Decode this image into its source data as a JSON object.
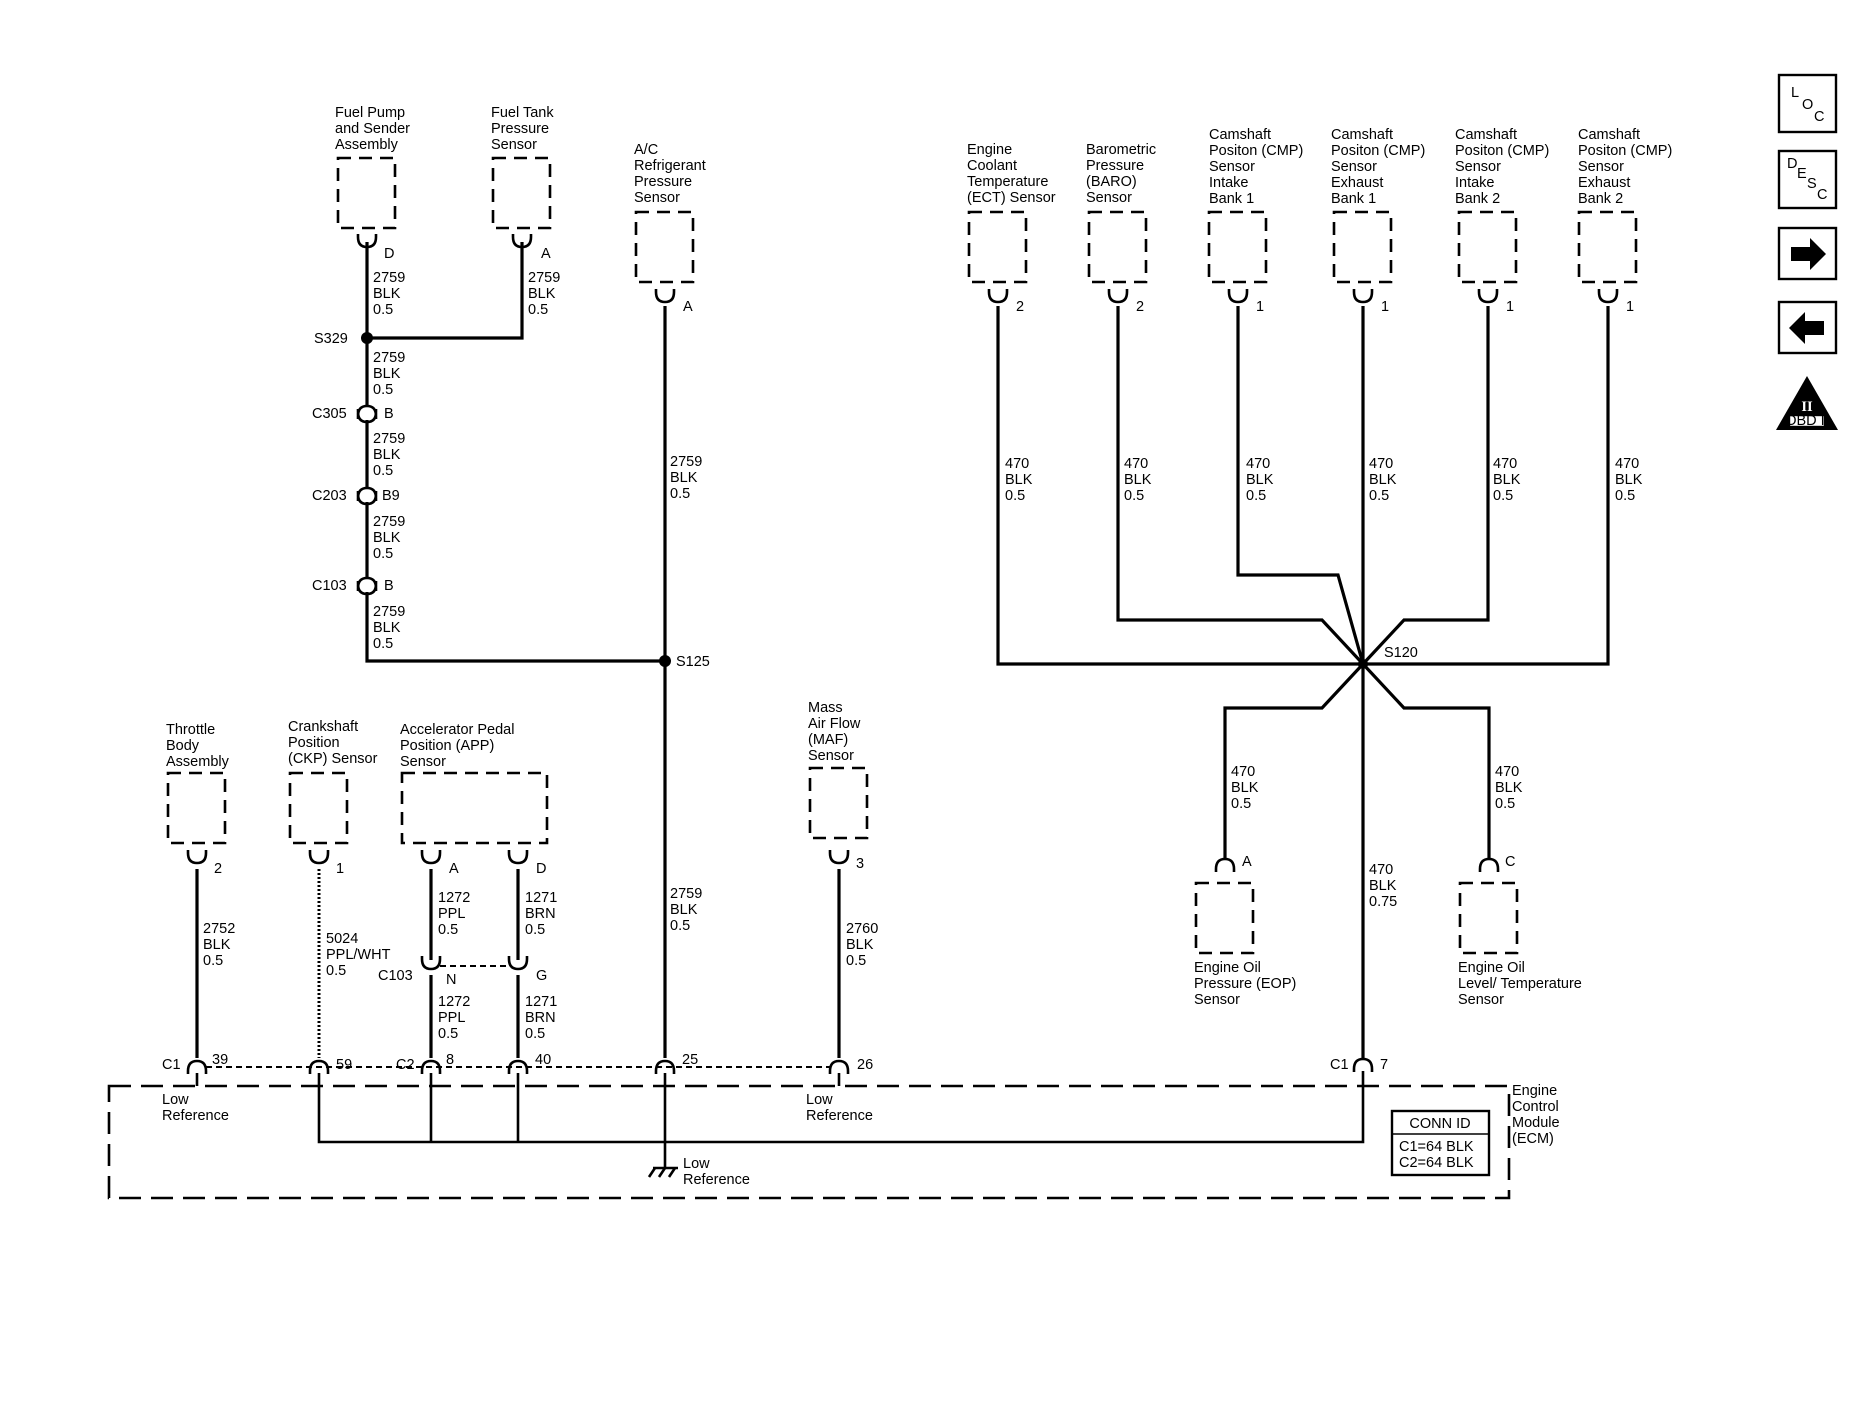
{
  "nav": {
    "loc": [
      "L",
      "O",
      "C"
    ],
    "desc": [
      "D",
      "E",
      "S",
      "C"
    ],
    "obd_numeral": "II",
    "obd_label": "OBD II"
  },
  "components": {
    "fuel_pump": [
      "Fuel Pump",
      "and Sender",
      "Assembly"
    ],
    "fuel_tank": [
      "Fuel Tank",
      "Pressure",
      "Sensor"
    ],
    "ac_sensor": [
      "A/C",
      "Refrigerant",
      "Pressure",
      "Sensor"
    ],
    "ect": [
      "Engine",
      "Coolant",
      "Temperature",
      "(ECT) Sensor"
    ],
    "baro": [
      "Barometric",
      "Pressure",
      "(BARO)",
      "Sensor"
    ],
    "cmp_intake_1": [
      "Camshaft",
      "Positon (CMP)",
      "Sensor",
      "Intake",
      "Bank 1"
    ],
    "cmp_exhaust_1": [
      "Camshaft",
      "Positon (CMP)",
      "Sensor",
      "Exhaust",
      "Bank 1"
    ],
    "cmp_intake_2": [
      "Camshaft",
      "Positon (CMP)",
      "Sensor",
      "Intake",
      "Bank 2"
    ],
    "cmp_exhaust_2": [
      "Camshaft",
      "Positon (CMP)",
      "Sensor",
      "Exhaust",
      "Bank 2"
    ],
    "throttle": [
      "Throttle",
      "Body",
      "Assembly"
    ],
    "ckp": [
      "Crankshaft",
      "Position",
      "(CKP) Sensor"
    ],
    "app": [
      "Accelerator Pedal",
      "Position (APP)",
      "Sensor"
    ],
    "maf": [
      "Mass",
      "Air Flow",
      "(MAF)",
      "Sensor"
    ],
    "eop": [
      "Engine Oil",
      "Pressure (EOP)",
      "Sensor"
    ],
    "oil_level": [
      "Engine Oil",
      "Level/ Temperature",
      "Sensor"
    ],
    "ecm": [
      "Engine",
      "Control",
      "Module",
      "(ECM)"
    ]
  },
  "wires": {
    "w_fuelpump": [
      "2759",
      "BLK",
      "0.5"
    ],
    "w_fueltank": [
      "2759",
      "BLK",
      "0.5"
    ],
    "w_s329_c305": [
      "2759",
      "BLK",
      "0.5"
    ],
    "w_c305_c203": [
      "2759",
      "BLK",
      "0.5"
    ],
    "w_c203_c103": [
      "2759",
      "BLK",
      "0.5"
    ],
    "w_c103_s125": [
      "2759",
      "BLK",
      "0.5"
    ],
    "w_ac": [
      "2759",
      "BLK",
      "0.5"
    ],
    "w_s125_ecm": [
      "2759",
      "BLK",
      "0.5"
    ],
    "w_ect": [
      "470",
      "BLK",
      "0.5"
    ],
    "w_baro": [
      "470",
      "BLK",
      "0.5"
    ],
    "w_cmp_i1": [
      "470",
      "BLK",
      "0.5"
    ],
    "w_cmp_e1": [
      "470",
      "BLK",
      "0.5"
    ],
    "w_cmp_i2": [
      "470",
      "BLK",
      "0.5"
    ],
    "w_cmp_e2": [
      "470",
      "BLK",
      "0.5"
    ],
    "w_eop": [
      "470",
      "BLK",
      "0.5"
    ],
    "w_oil": [
      "470",
      "BLK",
      "0.5"
    ],
    "w_s120_ecm": [
      "470",
      "BLK",
      "0.75"
    ],
    "w_throttle": [
      "2752",
      "BLK",
      "0.5"
    ],
    "w_ckp": [
      "5024",
      "PPL/WHT",
      "0.5"
    ],
    "w_app_a_top": [
      "1272",
      "PPL",
      "0.5"
    ],
    "w_app_d_top": [
      "1271",
      "BRN",
      "0.5"
    ],
    "w_app_a_bot": [
      "1272",
      "PPL",
      "0.5"
    ],
    "w_app_d_bot": [
      "1271",
      "BRN",
      "0.5"
    ],
    "w_maf": [
      "2760",
      "BLK",
      "0.5"
    ]
  },
  "splices": {
    "s329": "S329",
    "s125": "S125",
    "s120": "S120"
  },
  "connectors": {
    "c305": "C305",
    "c203": "C203",
    "c103": "C103",
    "c103_app": "C103",
    "c1_left": "C1",
    "c2": "C2",
    "c1_right": "C1"
  },
  "pins": {
    "fuelpump": "D",
    "fueltank": "A",
    "ac": "A",
    "c305": "B",
    "c203": "B9",
    "c103": "B",
    "ect": "2",
    "baro": "2",
    "cmp_i1": "1",
    "cmp_e1": "1",
    "cmp_i2": "1",
    "cmp_e2": "1",
    "throttle": "2",
    "ckp": "1",
    "app_a": "A",
    "app_d": "D",
    "app_n": "N",
    "app_g": "G",
    "maf": "3",
    "eop": "A",
    "oil": "C",
    "ecm_39": "39",
    "ecm_59": "59",
    "ecm_8": "8",
    "ecm_40": "40",
    "ecm_25": "25",
    "ecm_26": "26",
    "ecm_7": "7"
  },
  "ecm_labels": {
    "low_ref_1": [
      "Low",
      "Reference"
    ],
    "low_ref_2": [
      "Low",
      "Reference"
    ],
    "low_ref_ground": [
      "Low",
      "Reference"
    ]
  },
  "conn_id": {
    "title": "CONN ID",
    "lines": [
      "C1=64 BLK",
      "C2=64 BLK"
    ]
  }
}
